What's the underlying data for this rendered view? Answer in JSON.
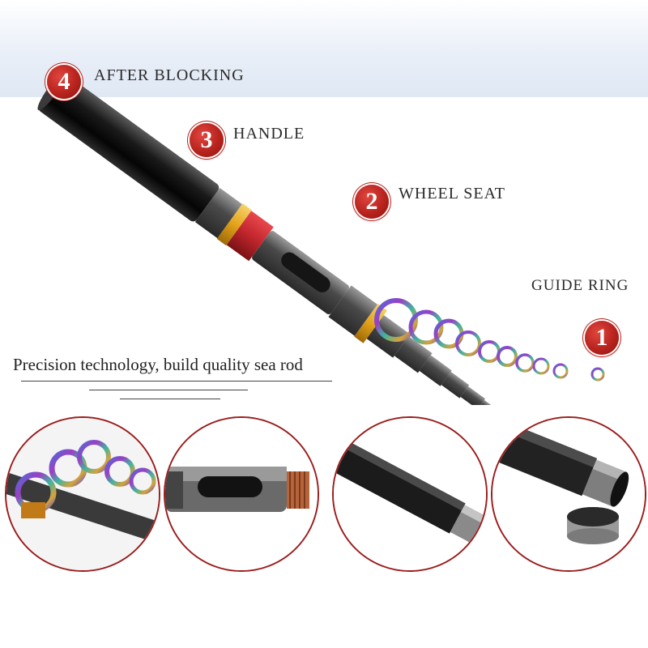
{
  "markers": [
    {
      "number": "4",
      "label": "AFTER BLOCKING"
    },
    {
      "number": "3",
      "label": "HANDLE"
    },
    {
      "number": "2",
      "label": "WHEEL SEAT"
    },
    {
      "number": "1",
      "label": "GUIDE RING"
    }
  ],
  "tagline": "Precision technology, build quality sea rod",
  "colors": {
    "marker_red": "#b8231d",
    "circle_border": "#9b1c1c",
    "rod_black": "#111111",
    "accent_gold": "#e3a21a",
    "accent_red": "#c0262c"
  },
  "detail_views": [
    "guide-rings-detail",
    "wheel-seat-detail",
    "rod-section-detail",
    "end-cap-detail"
  ]
}
